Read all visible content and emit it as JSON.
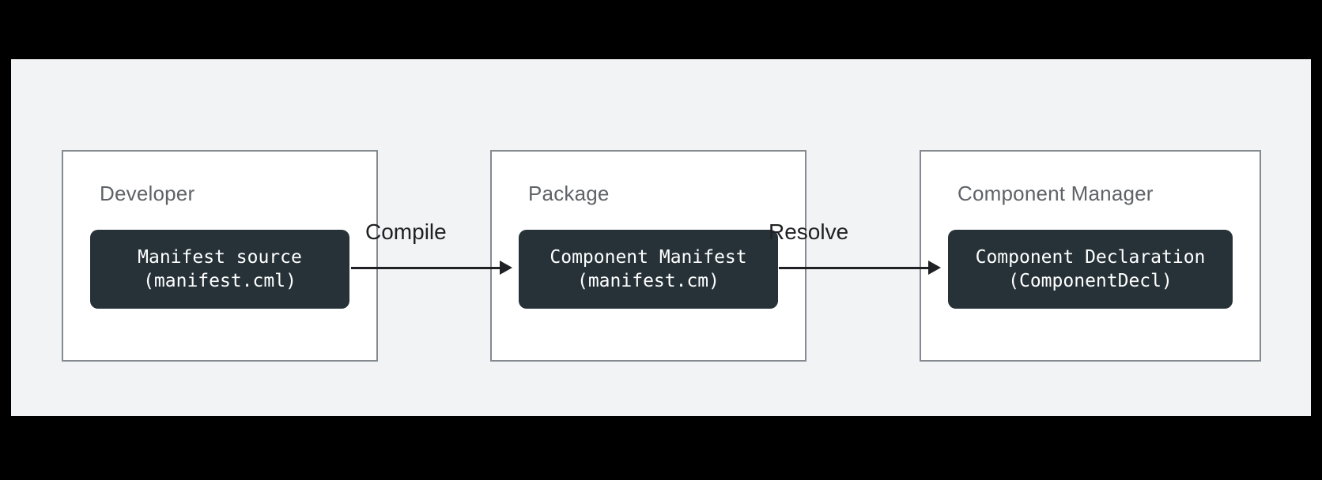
{
  "diagram": {
    "type": "flow-diagram",
    "nodes": [
      {
        "id": "developer",
        "label": "Developer",
        "chip": {
          "line1": "Manifest source",
          "line2": "(manifest.cml)"
        }
      },
      {
        "id": "package",
        "label": "Package",
        "chip": {
          "line1": "Component Manifest",
          "line2": "(manifest.cm)"
        }
      },
      {
        "id": "component-manager",
        "label": "Component Manager",
        "chip": {
          "line1": "Component Declaration",
          "line2": "(ComponentDecl)"
        }
      }
    ],
    "edges": [
      {
        "label": "Compile",
        "from": "Developer",
        "to": "Package"
      },
      {
        "label": "Resolve",
        "from": "Package",
        "to": "Component Manager"
      }
    ],
    "colors": {
      "background": "#000000",
      "panel": "#f1f3f4",
      "node_fill": "#ffffff",
      "node_border": "#848a90",
      "chip_fill": "#263238",
      "chip_text": "#ffffff",
      "title_text": "#5f6368",
      "arrow": "#202124"
    }
  }
}
